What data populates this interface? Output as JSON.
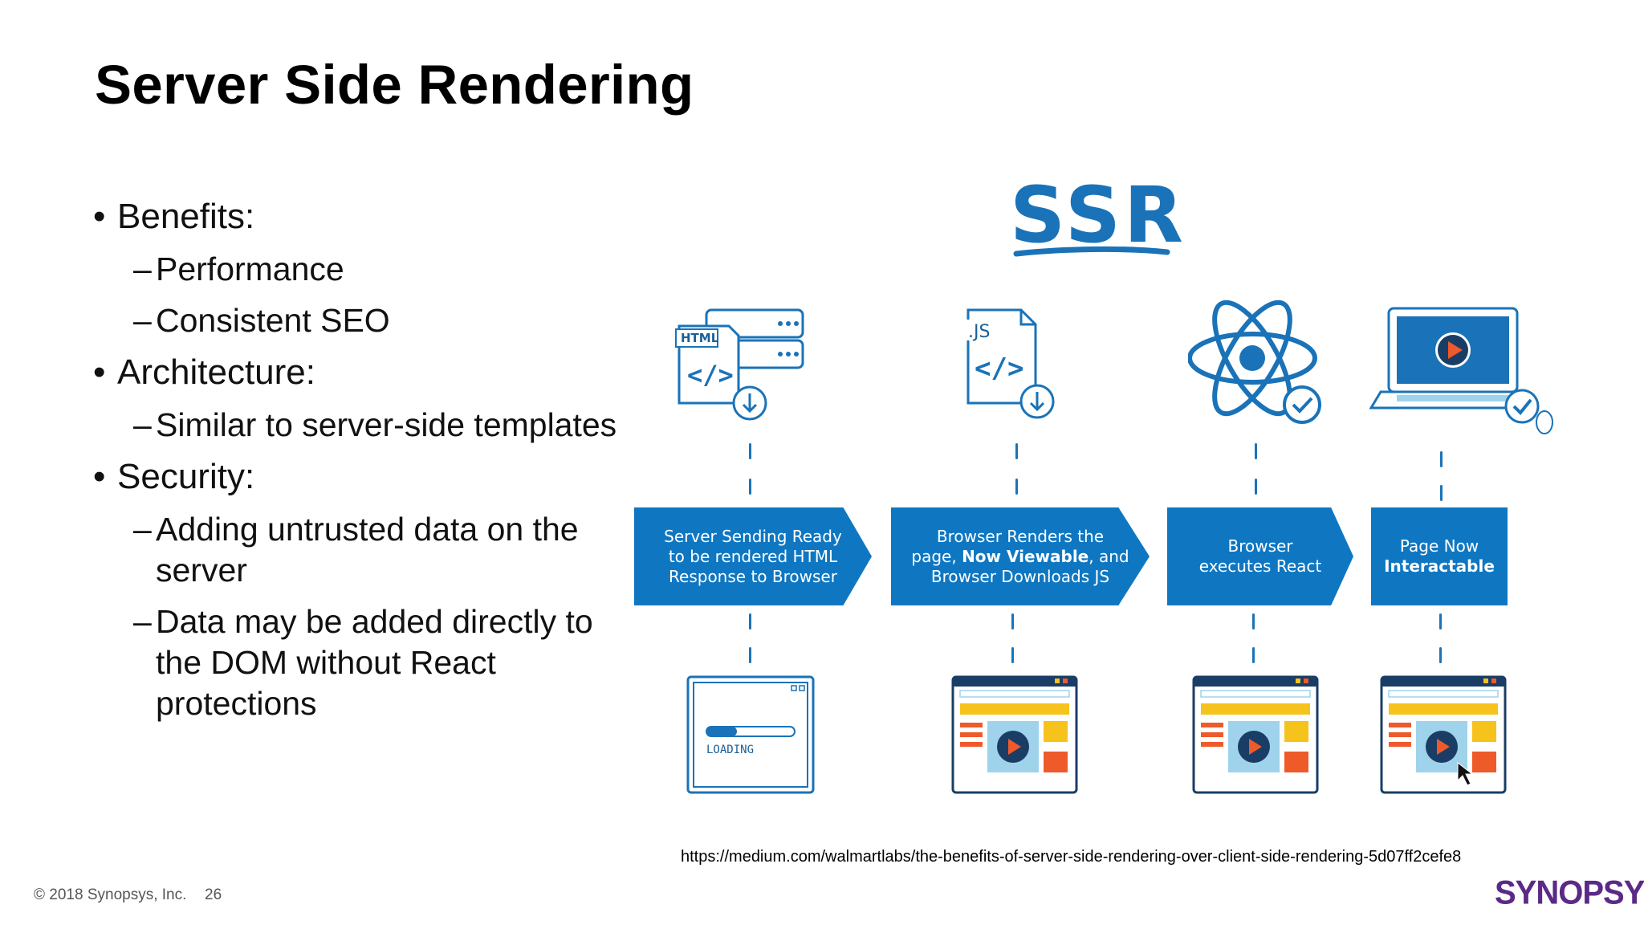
{
  "slide": {
    "title": "Server Side Rendering",
    "bullets": [
      {
        "label": "Benefits:",
        "subs": [
          "Performance",
          "Consistent SEO"
        ]
      },
      {
        "label": "Architecture:",
        "subs": [
          "Similar to server-side templates"
        ]
      },
      {
        "label": "Security:",
        "subs": [
          "Adding untrusted data on the server",
          "Data may be added directly to the DOM without React protections"
        ]
      }
    ]
  },
  "diagram": {
    "logo_text": "SSR",
    "icons": {
      "html_label": "HTML",
      "code_glyph": "</>",
      "js_label": ".JS",
      "loading_label": "LOADING"
    },
    "steps": [
      {
        "line1": "Server Sending Ready",
        "line2": "to be rendered HTML",
        "line3": "Response to Browser"
      },
      {
        "line1": "Browser Renders the",
        "line2_pre": "page, ",
        "line2_bold": "Now Viewable",
        "line2_post": ", and",
        "line3": "Browser Downloads JS"
      },
      {
        "line1": "Browser",
        "line2": "executes React"
      },
      {
        "line1": "Page Now",
        "line2_bold": "Interactable"
      }
    ],
    "colors": {
      "primary_blue": "#0f77c2",
      "line_blue": "#1a73b8",
      "yellow": "#f6c21c",
      "orange": "#ef5a2a",
      "light_blue": "#9fd3ec"
    }
  },
  "source_url": "https://medium.com/walmartlabs/the-benefits-of-server-side-rendering-over-client-side-rendering-5d07ff2cefe8",
  "footer": {
    "copyright": "© 2018 Synopsys, Inc.",
    "page": "26",
    "brand": "SYNOPSYS"
  }
}
